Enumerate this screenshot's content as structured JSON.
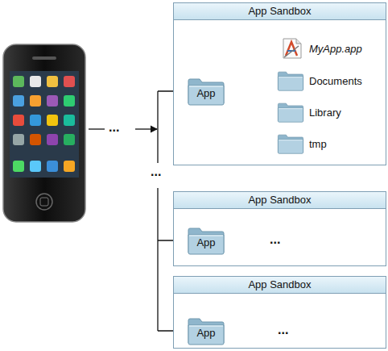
{
  "diagram": {
    "nodes": [
      {
        "text": [
          "App Sandbox"
        ]
      },
      {
        "text": [
          "App"
        ],
        "in": 0
      },
      {
        "text": [
          "MyApp.app"
        ],
        "in": 0
      },
      {
        "text": [
          "Documents"
        ],
        "in": 0
      },
      {
        "text": [
          "Library"
        ],
        "in": 0
      },
      {
        "text": [
          "tmp"
        ],
        "in": 0
      },
      {
        "text": [
          "App Sandbox"
        ]
      },
      {
        "text": [
          "App"
        ],
        "in": 6
      },
      {
        "text": [
          "App Sandbox"
        ]
      },
      {
        "text": [
          "App"
        ],
        "in": 8
      }
    ],
    "edges": [
      {
        "from": 1,
        "to": 2,
        "arrow": "to"
      },
      {
        "from": 1,
        "to": 3,
        "arrow": "to"
      },
      {
        "from": 1,
        "to": 4,
        "arrow": "to"
      },
      {
        "from": 1,
        "to": 5,
        "arrow": "to"
      }
    ],
    "labels": [
      "...",
      "...",
      "...",
      "..."
    ]
  }
}
